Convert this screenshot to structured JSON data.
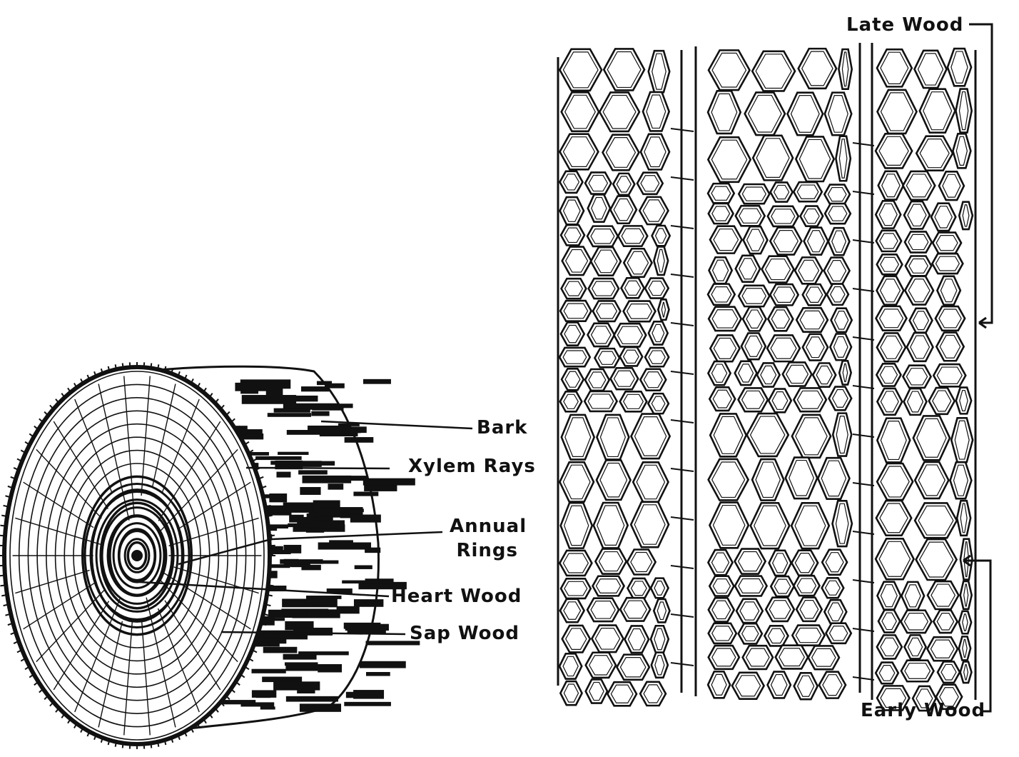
{
  "labels": {
    "bark": "Bark",
    "xylem_rays": "Xylem Rays",
    "annual_line1": "Annual",
    "annual_line2": "Rings",
    "heart_wood": "Heart Wood",
    "sap_wood": "Sap Wood",
    "late_wood": "Late Wood",
    "early_wood": "Early Wood"
  },
  "colors": {
    "ink": "#111111",
    "paper": "#ffffff"
  }
}
